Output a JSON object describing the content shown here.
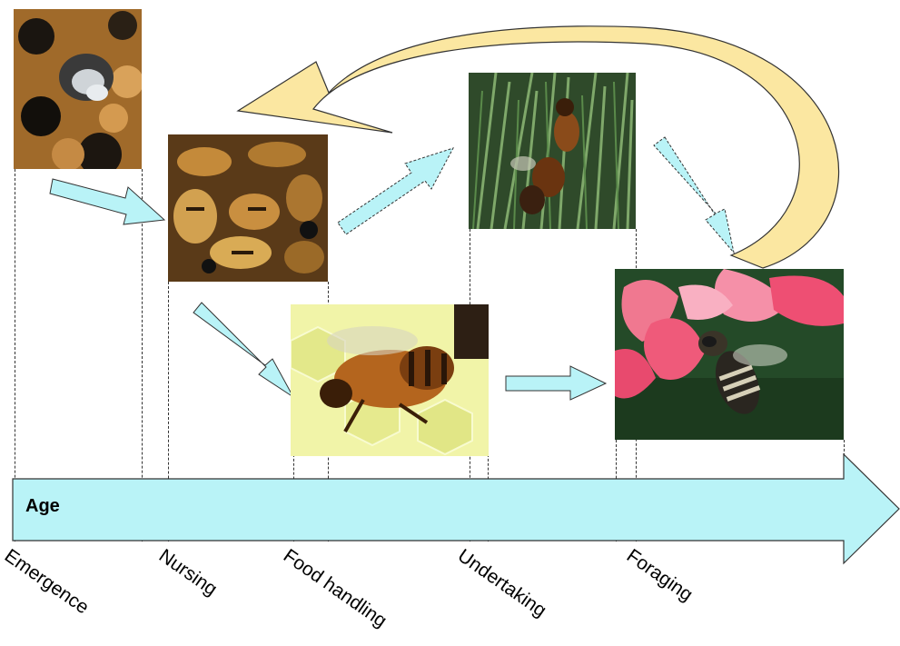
{
  "axis": {
    "label": "Age"
  },
  "stages": [
    {
      "id": "emergence",
      "label": "Emergence",
      "icon": "emerging-bee-photo"
    },
    {
      "id": "nursing",
      "label": "Nursing",
      "icon": "nurse-bees-photo"
    },
    {
      "id": "food-handling",
      "label": "Food handling",
      "icon": "bee-on-comb-photo"
    },
    {
      "id": "undertaking",
      "label": "Undertaking",
      "icon": "undertaker-bee-photo"
    },
    {
      "id": "foraging",
      "label": "Foraging",
      "icon": "forager-bee-on-flower-photo"
    }
  ],
  "colors": {
    "axis_arrow": "#b9f3f7",
    "transition_arrow": "#b9f3f7",
    "loop_arrow": "#fbe7a1",
    "outline": "#333333"
  }
}
